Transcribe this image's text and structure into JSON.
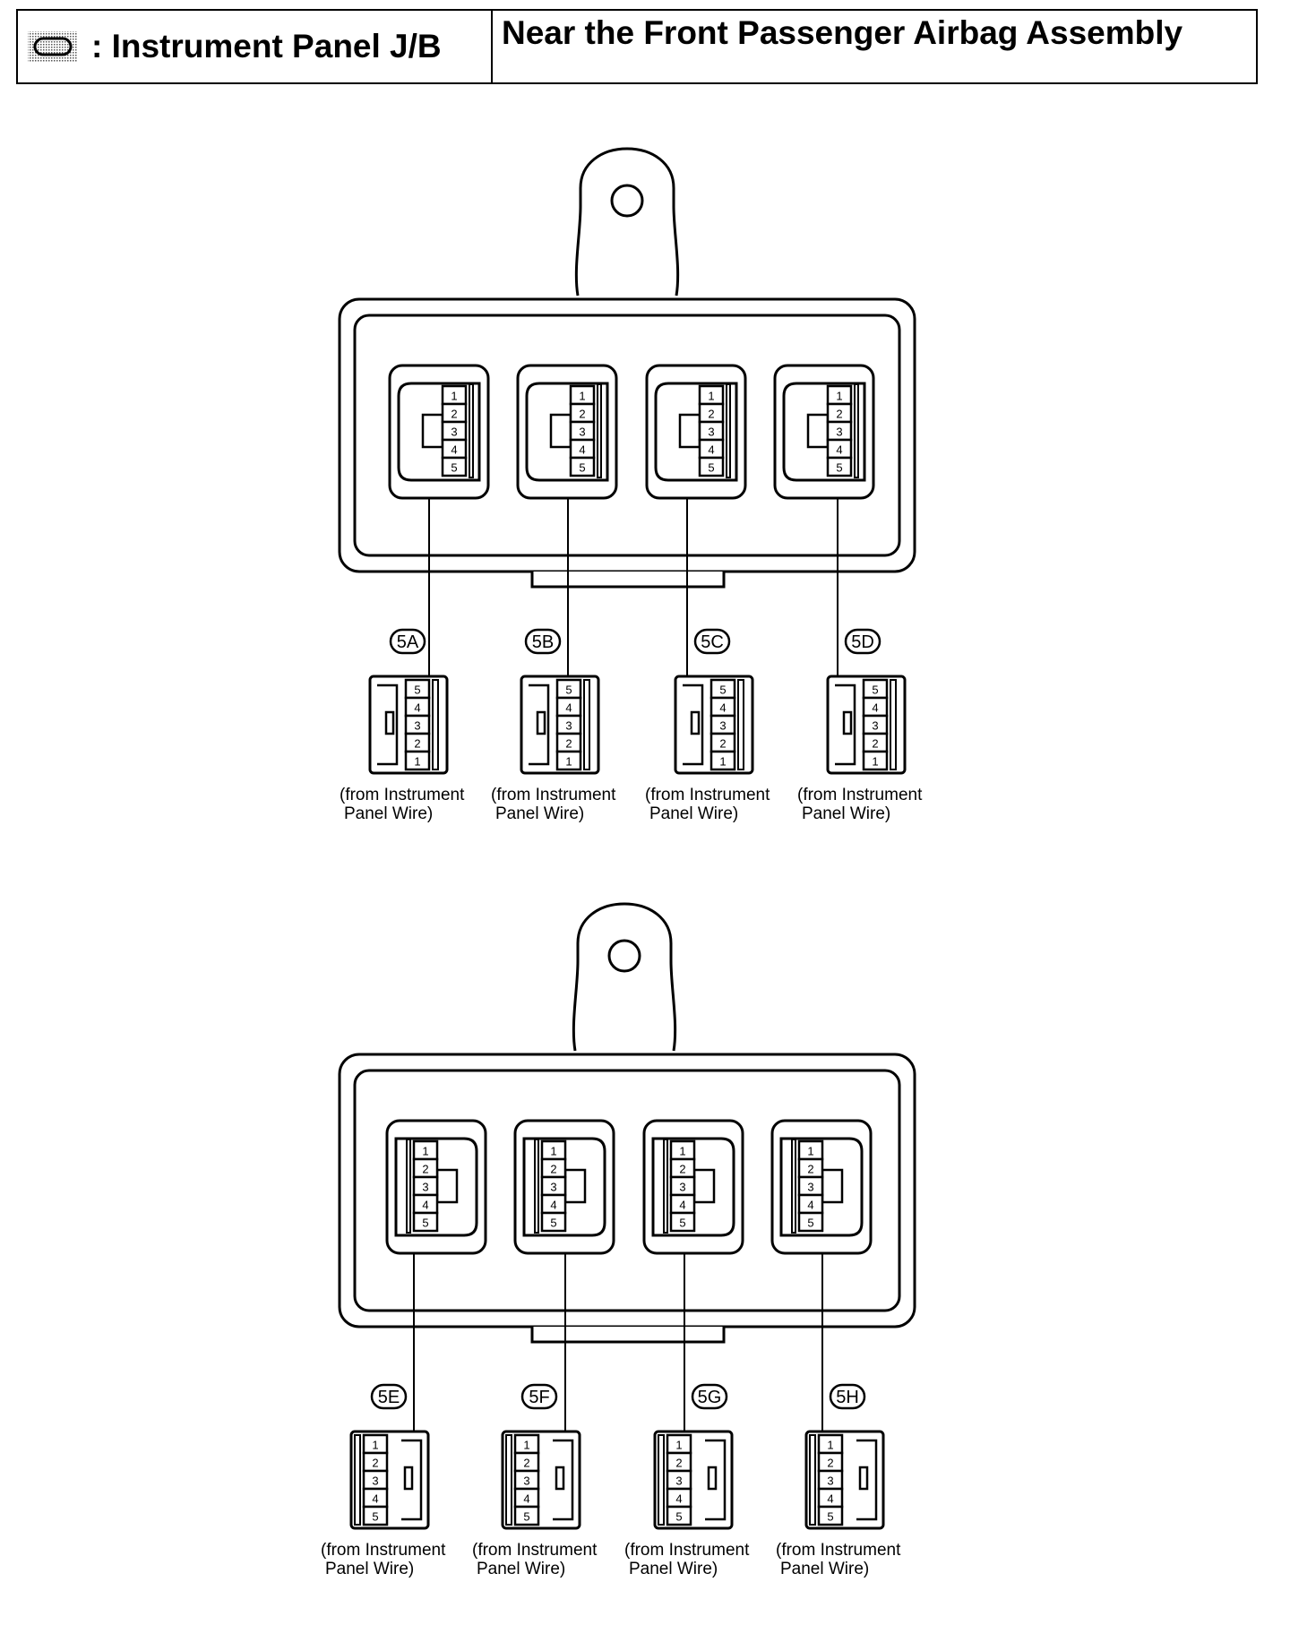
{
  "header": {
    "legend_label": ": Instrument Panel J/B",
    "location": "Near the Front Passenger Airbag Assembly",
    "legend_icon": "shaded-oval-icon"
  },
  "pins": [
    "1",
    "2",
    "3",
    "4",
    "5"
  ],
  "caption": {
    "line1": "(from Instrument",
    "line2": "Panel Wire)"
  },
  "groups": [
    {
      "connectors": [
        "5A",
        "5B",
        "5C",
        "5D"
      ]
    },
    {
      "connectors": [
        "5E",
        "5F",
        "5G",
        "5H"
      ]
    }
  ]
}
